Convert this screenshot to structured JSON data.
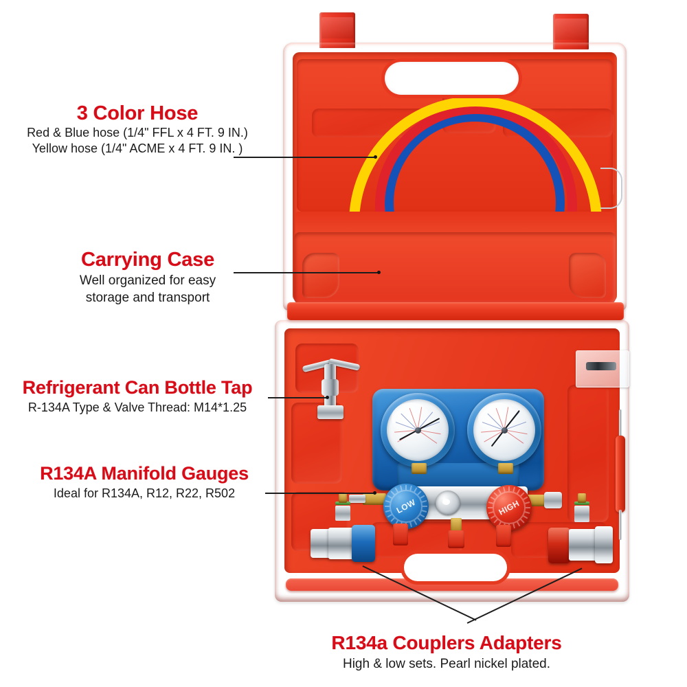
{
  "page": {
    "background": "#ffffff",
    "accent_red": "#d60d18",
    "text_color": "#1a1a1a"
  },
  "callouts": [
    {
      "id": "hose",
      "title": "3 Color Hose",
      "lines": [
        "Red & Blue hose (1/4\" FFL x 4 FT. 9 IN.)",
        "Yellow hose (1/4\" ACME x 4 FT. 9 IN. )"
      ]
    },
    {
      "id": "case",
      "title": "Carrying Case",
      "lines": [
        "Well organized for easy",
        "storage and transport"
      ]
    },
    {
      "id": "cantap",
      "title": "Refrigerant Can Bottle Tap",
      "lines": [
        "R-134A Type & Valve Thread: M14*1.25"
      ]
    },
    {
      "id": "gauges",
      "title": "R134A Manifold Gauges",
      "lines": [
        "Ideal for R134A, R12, R22, R502"
      ]
    },
    {
      "id": "couplers",
      "title": "R134a Couplers Adapters",
      "lines": [
        "High & low sets. Pearl nickel plated."
      ]
    }
  ],
  "product": {
    "case_color": "#e7381f",
    "manifold": {
      "body_color": "#1f6fbe",
      "low_knob_label": "LOW",
      "low_knob_color": "#1b7ac6",
      "high_knob_label": "HIGH",
      "high_knob_color": "#d6301b"
    },
    "hoses": [
      {
        "name": "yellow-hose",
        "color": "#ffd400"
      },
      {
        "name": "red-hose",
        "color": "#e0232b"
      },
      {
        "name": "blue-hose",
        "color": "#1452b8"
      }
    ],
    "couplers": [
      {
        "name": "low-side-coupler",
        "ring_color": "#1c6cbb"
      },
      {
        "name": "high-side-coupler",
        "ring_color": "#cf2a14"
      }
    ],
    "accessories": [
      {
        "name": "valve-core-tool",
        "color": "#e23a1f"
      },
      {
        "name": "parts-bag",
        "color": "#ffffff"
      },
      {
        "name": "can-tap-valve",
        "color": "#c9d0d6"
      }
    ]
  }
}
